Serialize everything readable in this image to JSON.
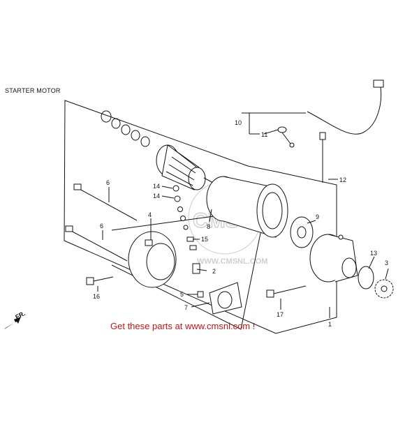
{
  "title": "STARTER MOTOR",
  "call_to_action": "Get these parts at www.cmsnl.com !",
  "direction_label": "FR.",
  "watermark": {
    "logo": "CMS",
    "url": "WWW.CMSNL.COM"
  },
  "callouts": [
    {
      "id": "c1",
      "label": "1"
    },
    {
      "id": "c2",
      "label": "2"
    },
    {
      "id": "c3",
      "label": "3"
    },
    {
      "id": "c4",
      "label": "4"
    },
    {
      "id": "c5",
      "label": "5"
    },
    {
      "id": "c6a",
      "label": "6"
    },
    {
      "id": "c6b",
      "label": "6"
    },
    {
      "id": "c7",
      "label": "7"
    },
    {
      "id": "c8",
      "label": "8"
    },
    {
      "id": "c9",
      "label": "9"
    },
    {
      "id": "c10",
      "label": "10"
    },
    {
      "id": "c11",
      "label": "11"
    },
    {
      "id": "c12",
      "label": "12"
    },
    {
      "id": "c13",
      "label": "13"
    },
    {
      "id": "c14a",
      "label": "14"
    },
    {
      "id": "c14b",
      "label": "14"
    },
    {
      "id": "c15",
      "label": "15"
    },
    {
      "id": "c16",
      "label": "16"
    },
    {
      "id": "c17",
      "label": "17"
    }
  ],
  "colors": {
    "line": "#111111",
    "cta": "#d01010",
    "watermark": "#c8c8c8"
  }
}
